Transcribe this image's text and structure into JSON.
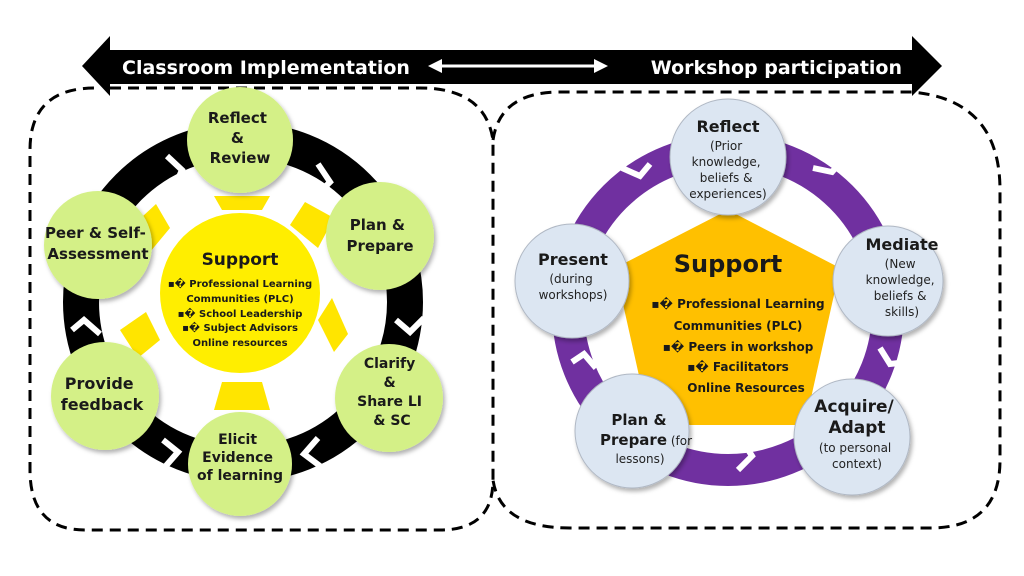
{
  "banner": {
    "left_label": "Classroom Implementation",
    "right_label": "Workshop participation"
  },
  "colors": {
    "green_node": "#d4f087",
    "left_ring": "#000000",
    "left_support": "#ffee00",
    "left_petal": "#ffe500",
    "right_node": "#dce6f2",
    "right_ring": "#7030a0",
    "right_support": "#ffc000"
  },
  "classroom": {
    "support": {
      "title": "Support",
      "items": [
        "▪� Professional Learning",
        "Communities (PLC)",
        "▪�  School Leadership",
        "▪� Subject Advisors",
        "Online resources"
      ]
    },
    "nodes": [
      {
        "lines": [
          "Reflect",
          "&",
          "Review"
        ]
      },
      {
        "lines": [
          "Plan &",
          "Prepare"
        ]
      },
      {
        "lines": [
          "Clarify",
          "&",
          "Share LI",
          "& SC"
        ]
      },
      {
        "lines": [
          "Elicit",
          "Evidence",
          "of learning"
        ]
      },
      {
        "lines": [
          "Provide",
          "feedback"
        ]
      },
      {
        "lines": [
          "Peer & Self-",
          "Assessment"
        ]
      }
    ]
  },
  "workshop": {
    "support": {
      "title": "Support",
      "items": [
        "▪� Professional  Learning",
        "Communities  (PLC)",
        "▪� Peers in workshop",
        "▪� Facilitators",
        "Online Resources"
      ]
    },
    "nodes": [
      {
        "title": "Reflect",
        "sub": [
          "(Prior",
          "knowledge,",
          "beliefs &",
          "experiences)"
        ]
      },
      {
        "title": "Mediate",
        "sub": [
          "(New",
          "knowledge,",
          "beliefs &",
          "skills)"
        ]
      },
      {
        "title": "Acquire/",
        "title2": "Adapt",
        "sub": [
          "(to personal",
          "context)"
        ]
      },
      {
        "title": "Plan &",
        "title2": "Prepare",
        "title2_suffix": " (for",
        "sub": [
          "lessons)"
        ]
      },
      {
        "title": "Present",
        "sub": [
          "(during",
          "workshops)"
        ]
      }
    ]
  }
}
